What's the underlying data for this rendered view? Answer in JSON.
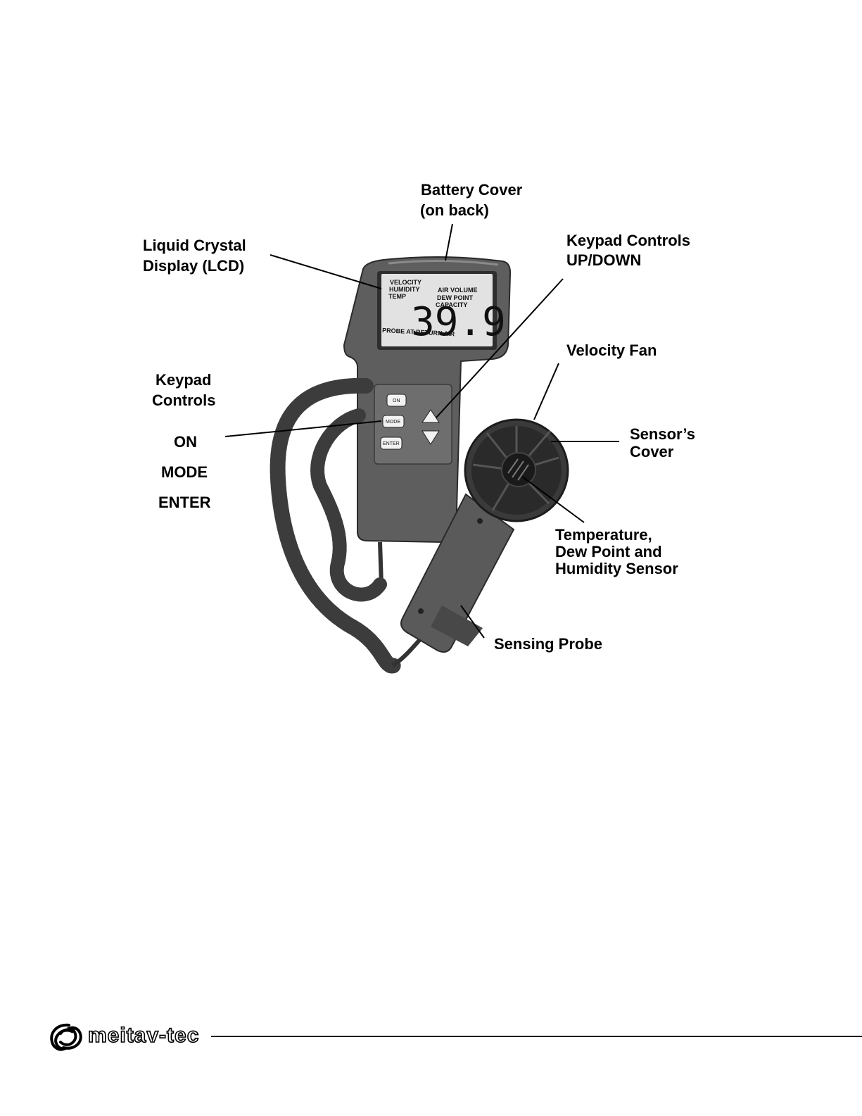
{
  "labels": {
    "battery_cover": [
      "Battery Cover",
      "(on back)"
    ],
    "lcd": [
      "Liquid Crystal",
      "Display (LCD)"
    ],
    "keypad_updown": [
      "Keypad Controls",
      "UP/DOWN"
    ],
    "velocity_fan": "Velocity Fan",
    "keypad_controls": [
      "Keypad",
      "Controls"
    ],
    "on": "ON",
    "mode": "MODE",
    "enter": "ENTER",
    "sensors_cover": [
      "Sensor’s",
      "Cover"
    ],
    "sensor": [
      "Temperature,",
      "Dew Point and",
      "Humidity Sensor"
    ],
    "sensing_probe": "Sensing Probe"
  },
  "lcd": {
    "left_modes": [
      "VELOCITY",
      "HUMIDITY",
      "TEMP"
    ],
    "right_modes": [
      "AIR VOLUME",
      "DEW POINT",
      "CAPACITY"
    ],
    "reading": "39.9",
    "status": "PROBE AT RETURN AIR"
  },
  "keys": {
    "on": "ON",
    "mode": "MODE",
    "enter": "ENTER"
  },
  "footer": {
    "brand": "meitav-tec",
    "logo_icon": "meitav-swirl-logo-icon"
  },
  "colors": {
    "device_body": "#5e5e5e",
    "lcd_bg": "#e2e2e2",
    "text": "#000000"
  }
}
